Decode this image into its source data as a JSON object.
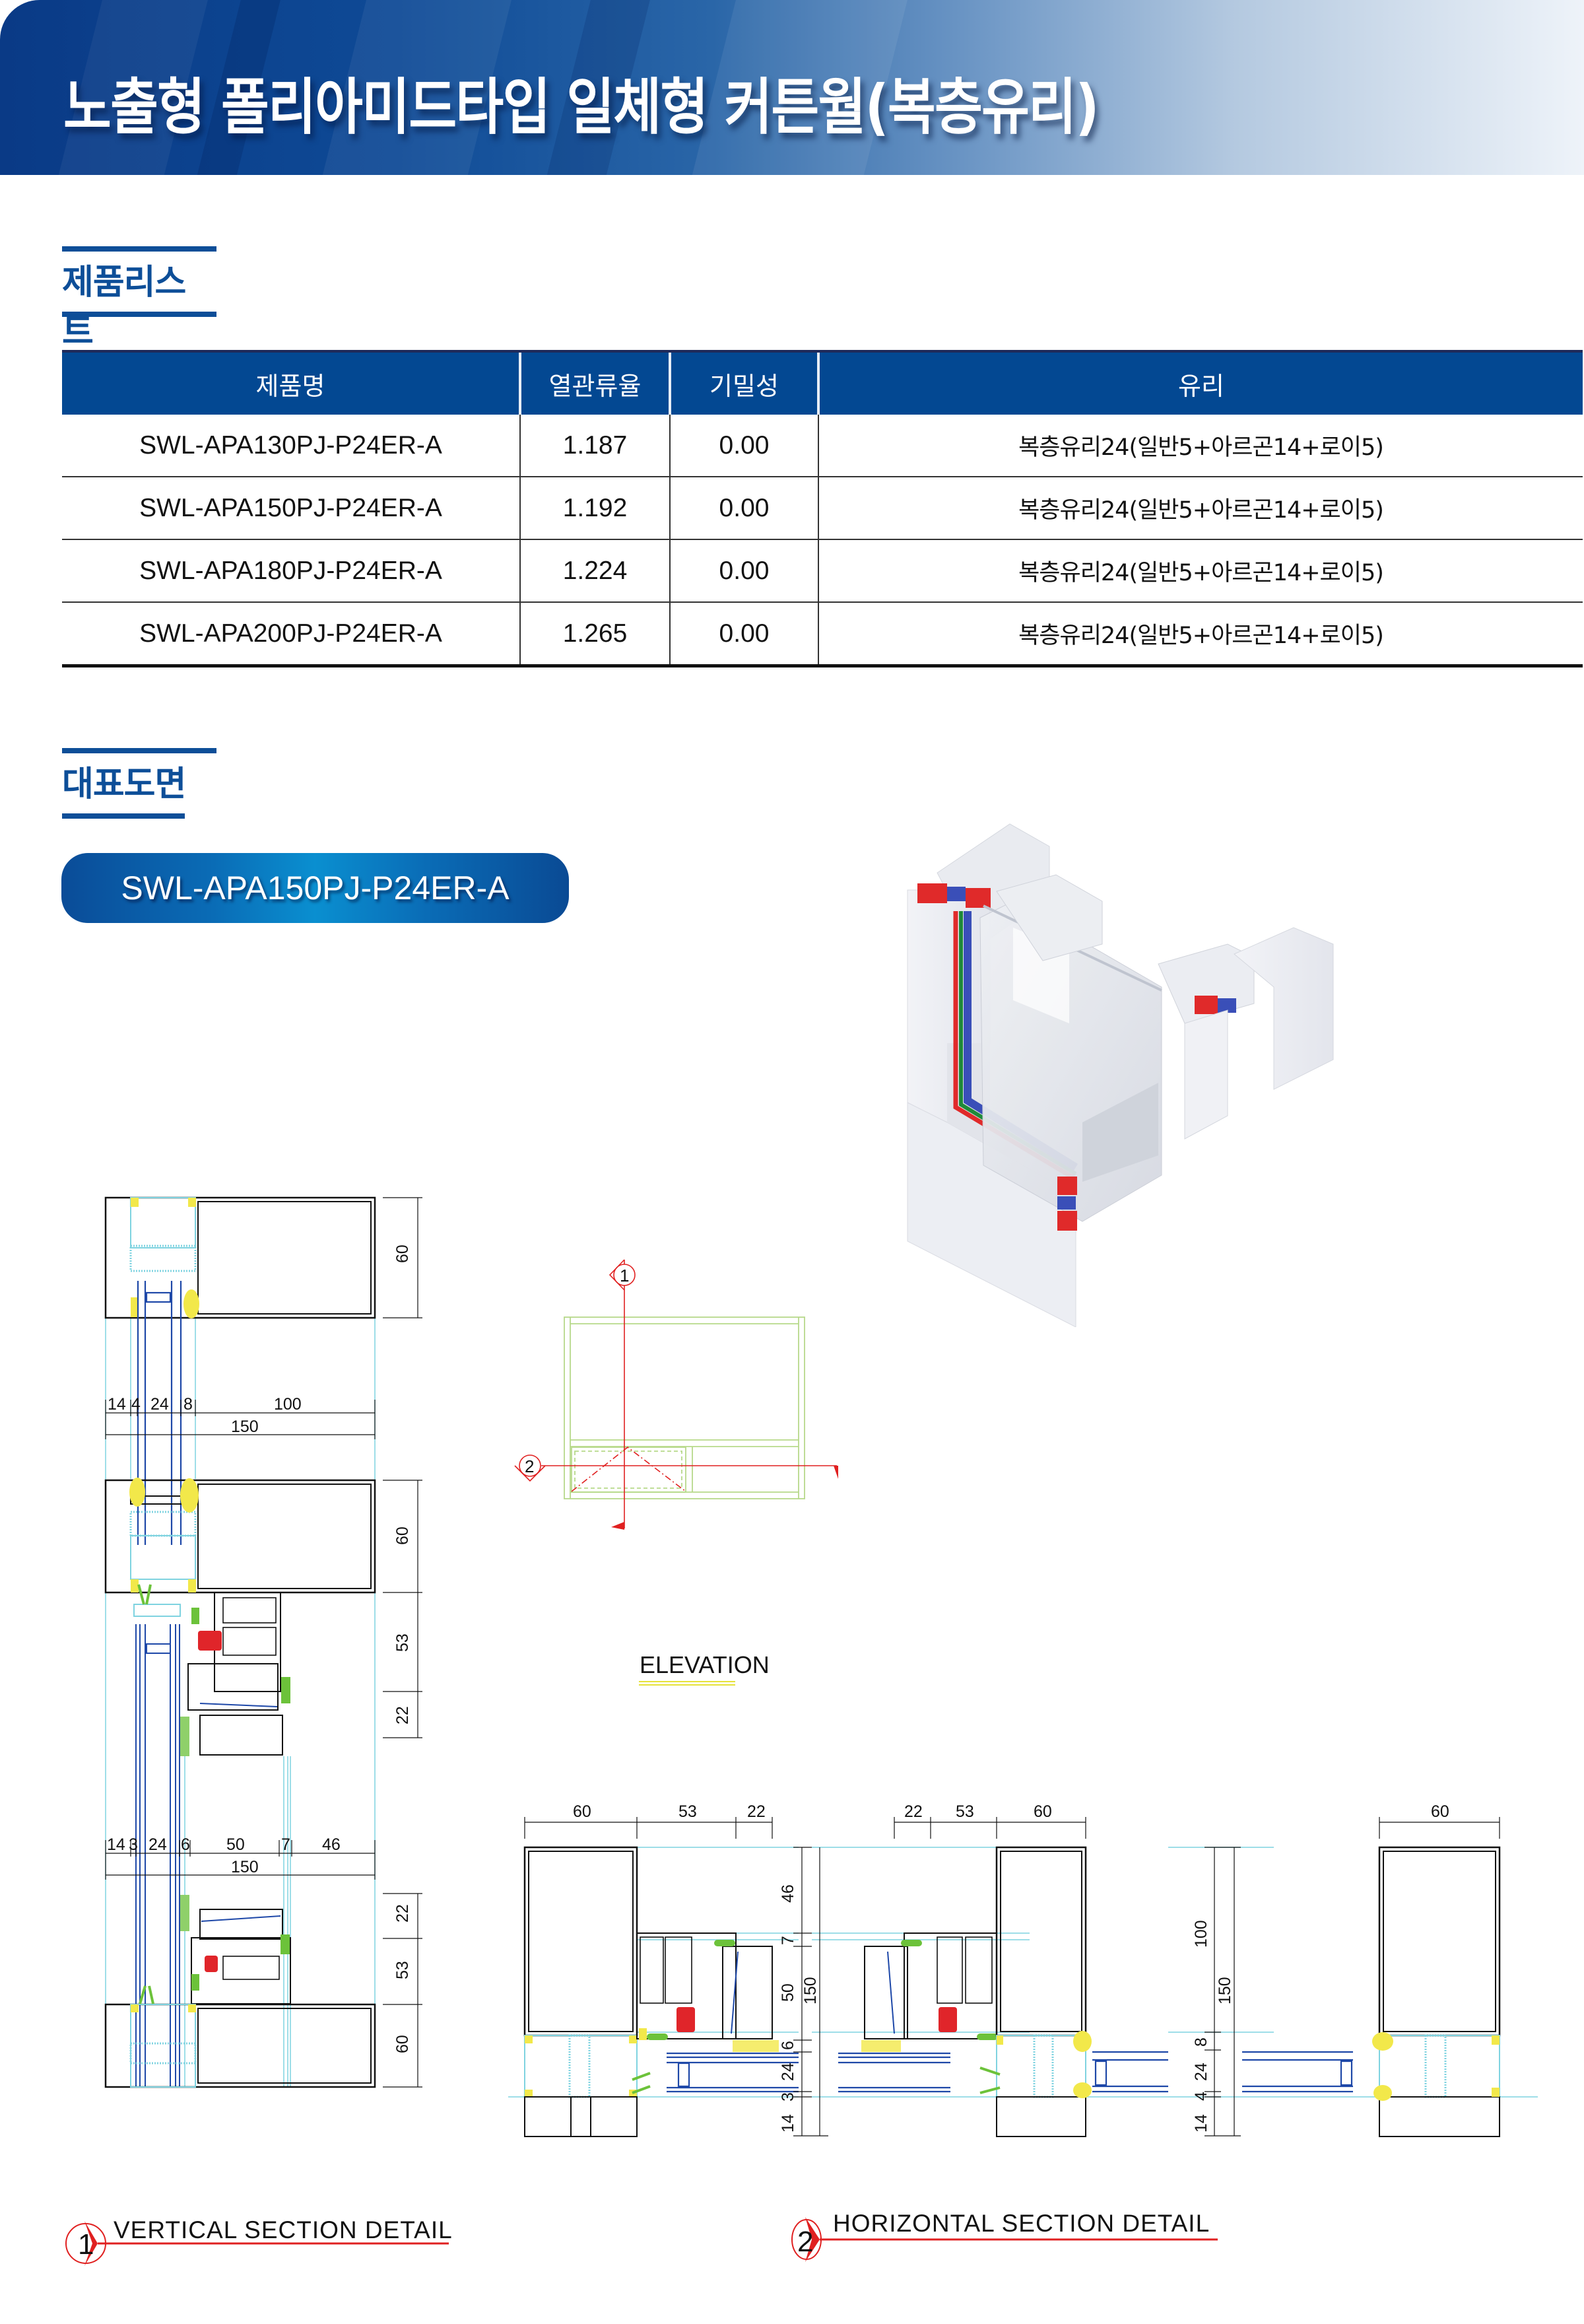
{
  "banner": {
    "title": "노출형 폴리아미드타입 일체형 커튼월(복층유리)",
    "colors": {
      "dark": "#0a3a86",
      "light": "#eef3f9"
    }
  },
  "product_list": {
    "heading": "제품리스트",
    "columns": [
      "제품명",
      "열관류율",
      "기밀성",
      "유리"
    ],
    "rows": [
      {
        "name": "SWL-APA130PJ-P24ER-A",
        "u_value": "1.187",
        "airtightness": "0.00",
        "glass": "복층유리24(일반5+아르곤14+로이5)"
      },
      {
        "name": "SWL-APA150PJ-P24ER-A",
        "u_value": "1.192",
        "airtightness": "0.00",
        "glass": "복층유리24(일반5+아르곤14+로이5)"
      },
      {
        "name": "SWL-APA180PJ-P24ER-A",
        "u_value": "1.224",
        "airtightness": "0.00",
        "glass": "복층유리24(일반5+아르곤14+로이5)"
      },
      {
        "name": "SWL-APA200PJ-P24ER-A",
        "u_value": "1.265",
        "airtightness": "0.00",
        "glass": "복층유리24(일반5+아르곤14+로이5)"
      }
    ],
    "header_color": "#034892"
  },
  "drawings": {
    "heading": "대표도면",
    "model_pill": "SWL-APA150PJ-P24ER-A",
    "vertical_section": {
      "marker": "1",
      "label": "VERTICAL SECTION DETAIL",
      "top_dims": [
        "14",
        "4",
        "24",
        "8",
        "100"
      ],
      "top_total": "150",
      "mid_dims": [
        "14",
        "3",
        "24",
        "6",
        "50",
        "7",
        "46"
      ],
      "mid_total": "150",
      "right_dims_top": "60",
      "right_dims_mid": [
        "60",
        "53",
        "22"
      ],
      "right_dims_bottom": [
        "22",
        "53",
        "60"
      ]
    },
    "elevation": {
      "label": "ELEVATION",
      "markers": [
        "1",
        "2"
      ]
    },
    "horizontal_section": {
      "marker": "2",
      "label": "HORIZONTAL SECTION DETAIL",
      "left_top_dims": [
        "60",
        "53",
        "22"
      ],
      "center_top_dims": [
        "22",
        "53",
        "60"
      ],
      "right_top_dims": [
        "60"
      ],
      "left_side_dims": [
        "46",
        "7",
        "50",
        "6",
        "24",
        "3",
        "14"
      ],
      "left_side_total": "150",
      "right_side_dims": [
        "100",
        "8",
        "24",
        "4",
        "14"
      ],
      "right_side_total": "150"
    },
    "colors": {
      "accent_red": "#e02020",
      "frame_line": "#111111",
      "polyamide_cyan": "#7fd3e0",
      "glass_blue": "#1e48a8",
      "seal_yellow": "#f2e84a",
      "gasket_green": "#6cc23a",
      "elevation_green": "#b7d98a"
    }
  }
}
